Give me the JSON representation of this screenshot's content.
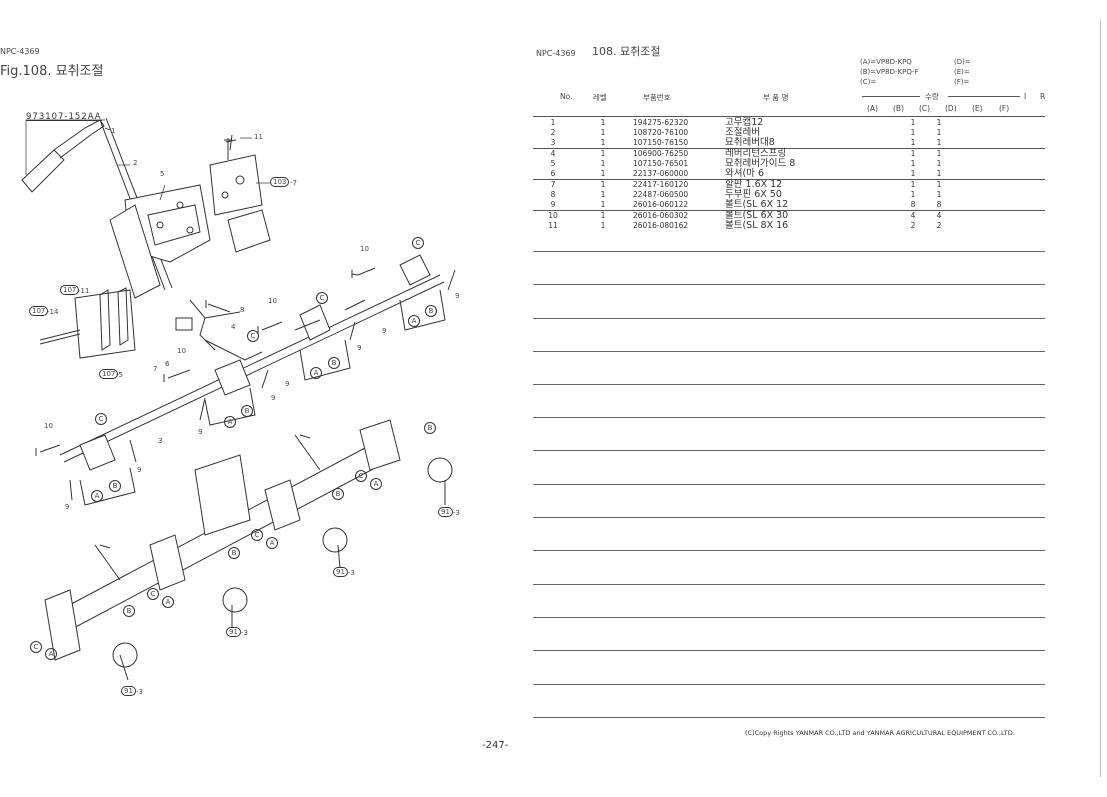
{
  "left_page": {
    "code": "NPC-4369",
    "figure_title": "Fig.108.   묘취조절",
    "assembly_code": "973107-152AA"
  },
  "right_page": {
    "code": "NPC-4369",
    "figure_title": "108.  묘취조절",
    "models": {
      "a": "(A)=VP8D-KPQ",
      "b": "(B)=VP8D-KPQ-F",
      "c": "(C)=",
      "d": "(D)=",
      "e": "(E)=",
      "f": "(F)="
    },
    "headers": {
      "no": "No.",
      "level": "레벨",
      "part_no": "부품번호",
      "name": "부 품 명",
      "qty": "수량",
      "i": "I",
      "r": "R",
      "qa": "(A)",
      "qb": "(B)",
      "qc": "(C)",
      "qd": "(D)",
      "qe": "(E)",
      "qf": "(F)"
    },
    "rows": [
      {
        "no": "1",
        "level": "1",
        "part": "194275-62320",
        "name": "고무캡12",
        "a": "1",
        "b": "1"
      },
      {
        "no": "2",
        "level": "1",
        "part": "108720-76100",
        "name": "조절레버",
        "a": "1",
        "b": "1"
      },
      {
        "no": "3",
        "level": "1",
        "part": "107150-76150",
        "name": "묘취레버대8",
        "a": "1",
        "b": "1"
      },
      {
        "no": "4",
        "level": "1",
        "part": "106900-76250",
        "name": "레버리턴스프링",
        "a": "1",
        "b": "1"
      },
      {
        "no": "5",
        "level": "1",
        "part": "107150-76501",
        "name": "묘취레버가이드 8",
        "a": "1",
        "b": "1"
      },
      {
        "no": "6",
        "level": "1",
        "part": "22137-060000",
        "name": "와셔(마 6",
        "a": "1",
        "b": "1"
      },
      {
        "no": "7",
        "level": "1",
        "part": "22417-160120",
        "name": "할판 1.6X 12",
        "a": "1",
        "b": "1"
      },
      {
        "no": "8",
        "level": "1",
        "part": "22487-060500",
        "name": "두부핀 6X 50",
        "a": "1",
        "b": "1"
      },
      {
        "no": "9",
        "level": "1",
        "part": "26016-060122",
        "name": "볼트(SL 6X 12",
        "a": "8",
        "b": "8"
      },
      {
        "no": "10",
        "level": "1",
        "part": "26016-060302",
        "name": "볼트(SL 6X 30",
        "a": "4",
        "b": "4"
      },
      {
        "no": "11",
        "level": "1",
        "part": "26016-080162",
        "name": "볼트(SL 8X 16",
        "a": "2",
        "b": "2"
      }
    ],
    "copyright": "(C)Copy Rights  YANMAR CO.,LTD and YANMAR AGRICULTURAL EQUIPMENT CO.,LTD."
  },
  "page_number": "-247-",
  "diagram_labels": {
    "l1": "1",
    "l2": "2",
    "l3": "3",
    "l4": "4",
    "l5": "5",
    "l6": "6",
    "l7": "7",
    "l8": "8",
    "l9": "9",
    "l10": "10",
    "l11": "11",
    "ref103": "103",
    "ref103s": "-7",
    "ref107a": "107",
    "ref107as": "-11",
    "ref107b": "107",
    "ref107bs": "-14",
    "ref107c": "107",
    "ref107cs": "-5",
    "ref91": "91",
    "ref91s": "-3",
    "A": "A",
    "B": "B",
    "C": "C"
  }
}
